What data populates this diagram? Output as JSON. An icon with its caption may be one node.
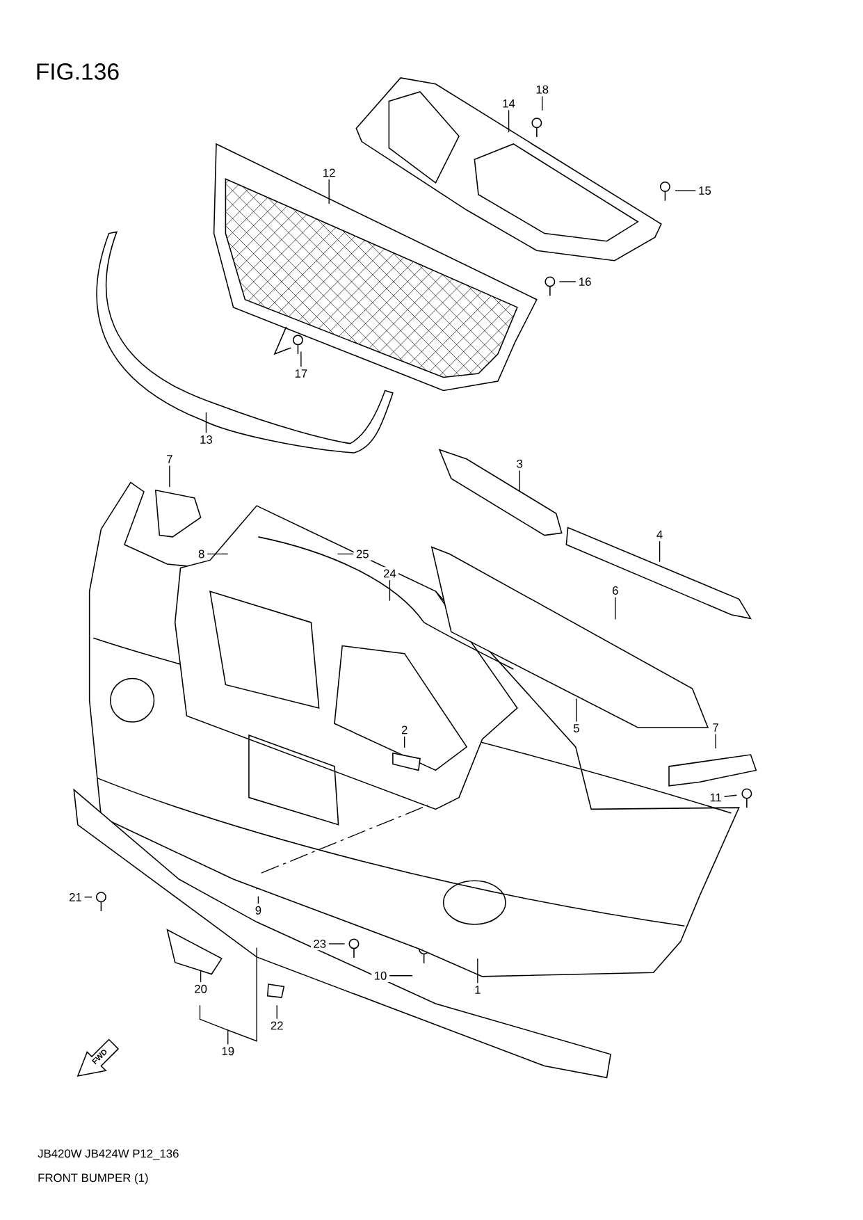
{
  "diagram": {
    "title": "FIG.136",
    "nodes": [
      {
        "text": [
          "18"
        ]
      },
      {
        "text": [
          "14"
        ]
      },
      {
        "text": [
          "12"
        ]
      },
      {
        "text": [
          "15"
        ]
      },
      {
        "text": [
          "16"
        ]
      },
      {
        "text": [
          "17"
        ]
      },
      {
        "text": [
          "13"
        ]
      },
      {
        "text": [
          "7"
        ]
      },
      {
        "text": [
          "3"
        ]
      },
      {
        "text": [
          "8"
        ]
      },
      {
        "text": [
          "25"
        ]
      },
      {
        "text": [
          "24"
        ]
      },
      {
        "text": [
          "4"
        ]
      },
      {
        "text": [
          "6"
        ]
      },
      {
        "text": [
          "2"
        ]
      },
      {
        "text": [
          "5"
        ]
      },
      {
        "text": [
          "7"
        ]
      },
      {
        "text": [
          "11"
        ]
      },
      {
        "text": [
          "9"
        ]
      },
      {
        "text": [
          "21"
        ]
      },
      {
        "text": [
          "23"
        ]
      },
      {
        "text": [
          "10"
        ]
      },
      {
        "text": [
          "1"
        ]
      },
      {
        "text": [
          "20"
        ]
      },
      {
        "text": [
          "22"
        ]
      },
      {
        "text": [
          "19"
        ]
      }
    ],
    "edges": [
      {
        "from": 0,
        "to": null,
        "arrow": "none"
      },
      {
        "from": 1,
        "to": null,
        "arrow": "none"
      },
      {
        "from": 2,
        "to": null,
        "arrow": "none"
      },
      {
        "from": 3,
        "to": null,
        "arrow": "none"
      },
      {
        "from": 4,
        "to": null,
        "arrow": "none"
      },
      {
        "from": 5,
        "to": null,
        "arrow": "none"
      },
      {
        "from": 6,
        "to": null,
        "arrow": "none"
      },
      {
        "from": 7,
        "to": null,
        "arrow": "none"
      },
      {
        "from": 8,
        "to": null,
        "arrow": "none"
      },
      {
        "from": 9,
        "to": null,
        "arrow": "none"
      },
      {
        "from": 10,
        "to": null,
        "arrow": "none"
      },
      {
        "from": 11,
        "to": null,
        "arrow": "none"
      },
      {
        "from": 12,
        "to": null,
        "arrow": "none"
      },
      {
        "from": 13,
        "to": null,
        "arrow": "none"
      },
      {
        "from": 14,
        "to": null,
        "arrow": "none"
      },
      {
        "from": 15,
        "to": null,
        "arrow": "none"
      },
      {
        "from": 16,
        "to": null,
        "arrow": "none"
      },
      {
        "from": 17,
        "to": null,
        "arrow": "none"
      },
      {
        "from": 18,
        "to": null,
        "arrow": "none"
      },
      {
        "from": 19,
        "to": null,
        "arrow": "none"
      },
      {
        "from": 20,
        "to": null,
        "arrow": "none"
      },
      {
        "from": 21,
        "to": null,
        "arrow": "none"
      },
      {
        "from": 22,
        "to": null,
        "arrow": "none"
      },
      {
        "from": 23,
        "to": null,
        "arrow": "none"
      },
      {
        "from": 24,
        "to": null,
        "arrow": "none"
      },
      {
        "from": 25,
        "to": null,
        "arrow": "none"
      }
    ],
    "labels": [
      "FWD",
      "JB420W JB424W P12_136",
      "FRONT BUMPER (1)"
    ]
  }
}
